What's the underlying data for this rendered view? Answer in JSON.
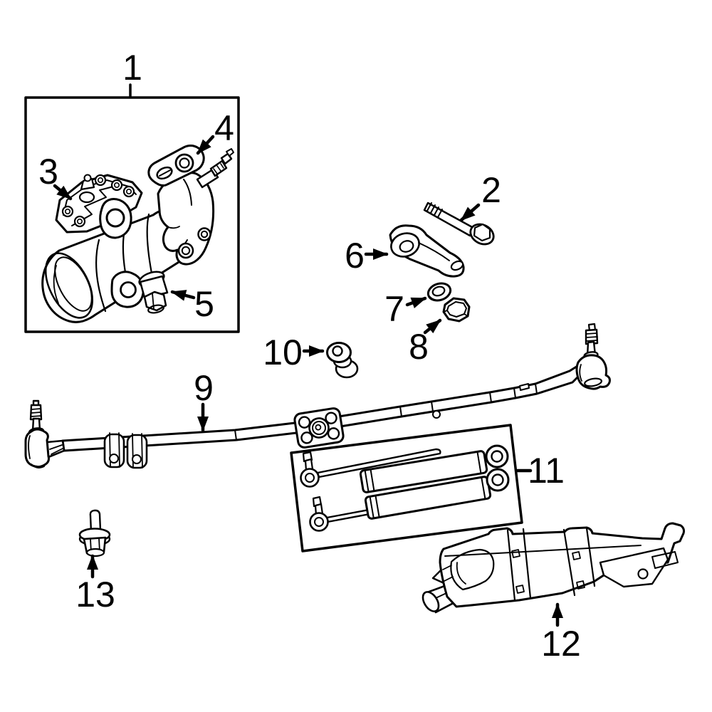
{
  "diagram": {
    "background": "#ffffff",
    "line_color": "#000000",
    "callouts": [
      {
        "label": "1"
      },
      {
        "label": "2"
      },
      {
        "label": "3"
      },
      {
        "label": "4"
      },
      {
        "label": "5"
      },
      {
        "label": "6"
      },
      {
        "label": "7"
      },
      {
        "label": "8"
      },
      {
        "label": "9"
      },
      {
        "label": "10"
      },
      {
        "label": "11"
      },
      {
        "label": "12"
      },
      {
        "label": "13"
      }
    ]
  }
}
